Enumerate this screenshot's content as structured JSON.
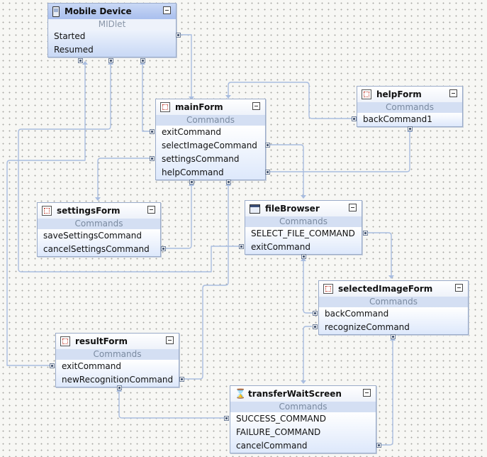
{
  "nodes": {
    "mobile_device": {
      "title": "Mobile Device",
      "section": "MIDlet",
      "rows": [
        "Started",
        "Resumed"
      ]
    },
    "main_form": {
      "title": "mainForm",
      "section": "Commands",
      "rows": [
        "exitCommand",
        "selectImageCommand",
        "settingsCommand",
        "helpCommand"
      ]
    },
    "help_form": {
      "title": "helpForm",
      "section": "Commands",
      "rows": [
        "backCommand1"
      ]
    },
    "settings_form": {
      "title": "settingsForm",
      "section": "Commands",
      "rows": [
        "saveSettingsCommand",
        "cancelSettingsCommand"
      ]
    },
    "file_browser": {
      "title": "fileBrowser",
      "section": "Commands",
      "rows": [
        "SELECT_FILE_COMMAND",
        "exitCommand"
      ]
    },
    "selected_image_form": {
      "title": "selectedImageForm",
      "section": "Commands",
      "rows": [
        "backCommand",
        "recognizeCommand"
      ]
    },
    "result_form": {
      "title": "resultForm",
      "section": "Commands",
      "rows": [
        "exitCommand",
        "newRecognitionCommand"
      ]
    },
    "transfer_wait_screen": {
      "title": "transferWaitScreen",
      "section": "Commands",
      "rows": [
        "SUCCESS_COMMAND",
        "FAILURE_COMMAND",
        "cancelCommand"
      ]
    }
  },
  "colors": {
    "wire": "#a9bde0",
    "node_border": "#9aabc9",
    "header_selected": "#b4c7f0",
    "section_band": "#d4dff3"
  }
}
